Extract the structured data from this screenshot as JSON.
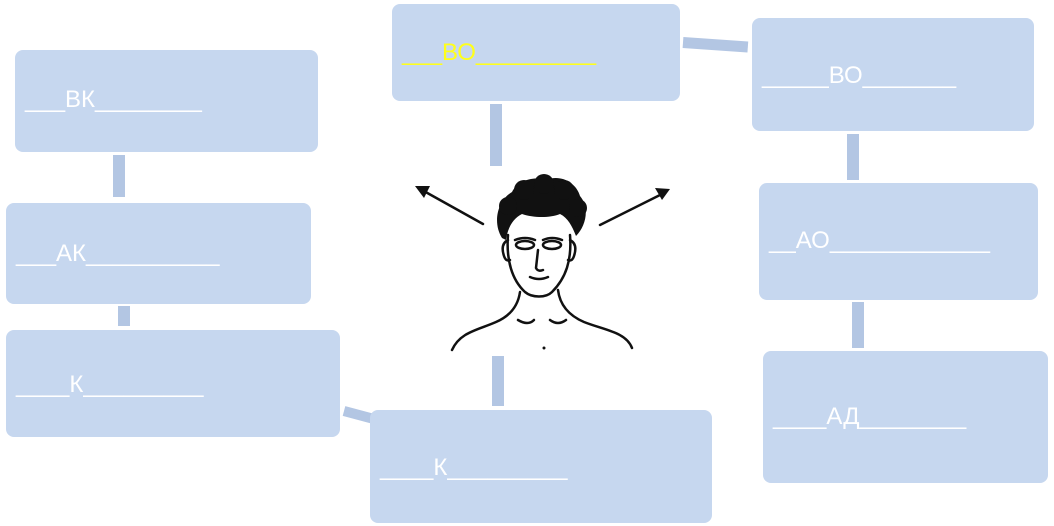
{
  "boxes": {
    "top_center": {
      "text": "___ВО_________",
      "highlight": true,
      "highlight_color": "#ffff1a"
    },
    "top_left": {
      "text": "___ВК________"
    },
    "top_right": {
      "text": "_____ВО_______"
    },
    "mid_left": {
      "text": "___АК__________"
    },
    "mid_right": {
      "text": "__АО____________"
    },
    "low_left": {
      "text": "____К_________"
    },
    "bottom_center": {
      "text": "____К_________"
    },
    "low_right": {
      "text": "____АД________"
    }
  },
  "colors": {
    "box": "#c6d7ef",
    "connector": "#b3c6e3",
    "text": "#ffffff"
  },
  "illustration": {
    "icon": "face-with-arrows"
  }
}
